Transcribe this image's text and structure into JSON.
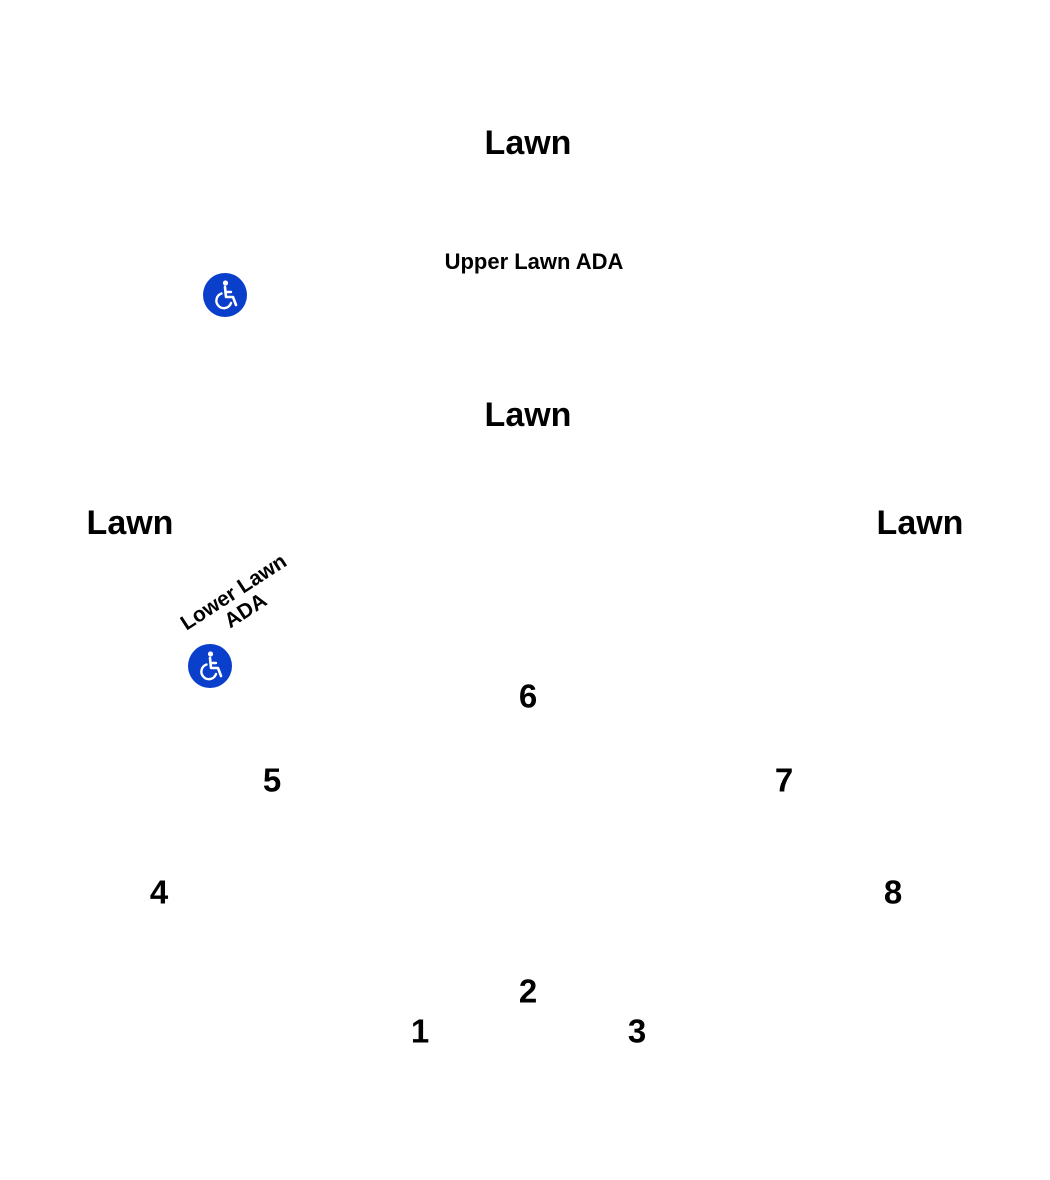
{
  "map": {
    "lawn_labels": [
      "Lawn",
      "Lawn",
      "Lawn",
      "Lawn"
    ],
    "upper_ada_label": "Upper Lawn ADA",
    "lower_ada_label": {
      "line1": "Lower Lawn",
      "line2": "ADA"
    },
    "sections": [
      "1",
      "2",
      "3",
      "4",
      "5",
      "6",
      "7",
      "8"
    ],
    "icons": {
      "accessibility": "wheelchair-icon"
    },
    "colors": {
      "ada_icon_bg": "#0a3fcc",
      "ada_icon_fg": "#ffffff",
      "text": "#000000",
      "background": "#ffffff"
    }
  }
}
